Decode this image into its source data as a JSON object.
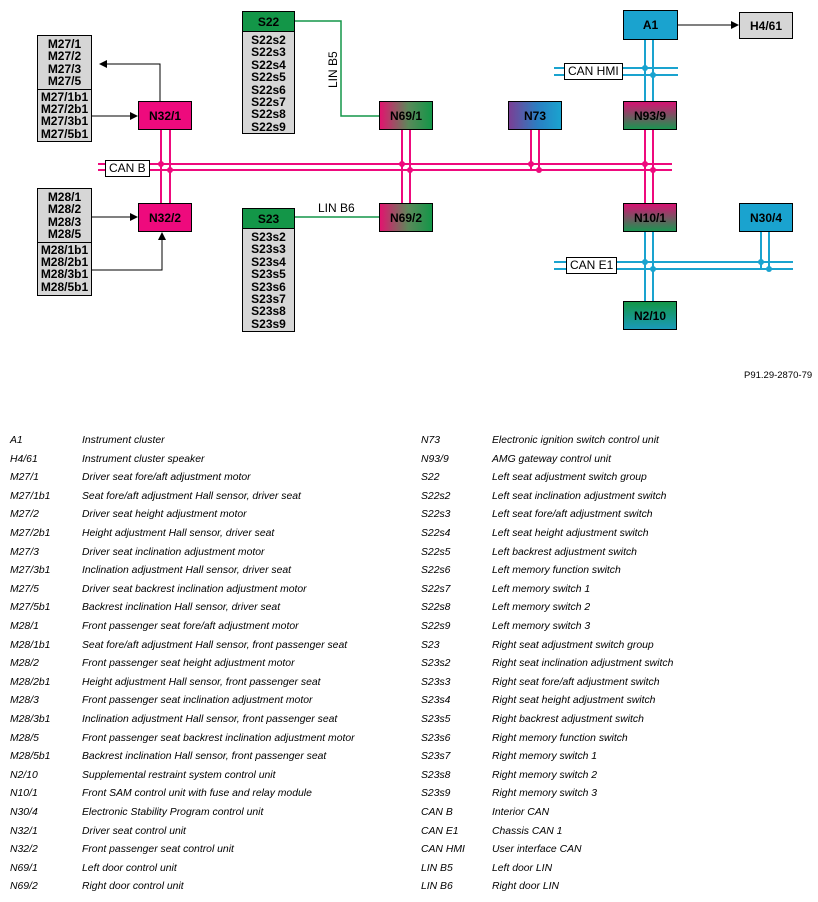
{
  "diagram": {
    "blocks": {
      "s22": "S22",
      "s23": "S23",
      "n32_1": "N32/1",
      "n32_2": "N32/2",
      "n69_1": "N69/1",
      "n69_2": "N69/2",
      "n73": "N73",
      "a1": "A1",
      "h4_61": "H4/61",
      "n93_9": "N93/9",
      "n10_1": "N10/1",
      "n30_4": "N30/4",
      "n2_10": "N2/10"
    },
    "m27_group": [
      "M27/1",
      "M27/2",
      "M27/3",
      "M27/5",
      "M27/1b1",
      "M27/2b1",
      "M27/3b1",
      "M27/5b1"
    ],
    "m28_group": [
      "M28/1",
      "M28/2",
      "M28/3",
      "M28/5",
      "M28/1b1",
      "M28/2b1",
      "M28/3b1",
      "M28/5b1"
    ],
    "s22_group": [
      "S22s2",
      "S22s3",
      "S22s4",
      "S22s5",
      "S22s6",
      "S22s7",
      "S22s8",
      "S22s9"
    ],
    "s23_group": [
      "S23s2",
      "S23s3",
      "S23s4",
      "S23s5",
      "S23s6",
      "S23s7",
      "S23s8",
      "S23s9"
    ],
    "bus_labels": {
      "can_b": "CAN B",
      "can_hmi": "CAN HMI",
      "can_e1": "CAN E1",
      "lin_b5": "LIN B5",
      "lin_b6": "LIN B6"
    },
    "figure_id": "P91.29-2870-79",
    "colors": {
      "can_b": "#ee0a7d",
      "can_hmi_e1": "#1aa3cf",
      "lin": "#139648",
      "grey_box": "#d6d6d6"
    }
  },
  "legend": {
    "left": [
      {
        "code": "A1",
        "desc": "Instrument cluster"
      },
      {
        "code": "H4/61",
        "desc": "Instrument cluster speaker"
      },
      {
        "code": "M27/1",
        "desc": "Driver seat fore/aft adjustment motor"
      },
      {
        "code": "M27/1b1",
        "desc": "Seat fore/aft adjustment Hall sensor, driver seat"
      },
      {
        "code": "M27/2",
        "desc": "Driver seat height adjustment motor"
      },
      {
        "code": "M27/2b1",
        "desc": "Height adjustment Hall sensor, driver seat"
      },
      {
        "code": "M27/3",
        "desc": "Driver seat inclination adjustment motor"
      },
      {
        "code": "M27/3b1",
        "desc": "Inclination adjustment Hall sensor, driver seat"
      },
      {
        "code": "M27/5",
        "desc": "Driver seat backrest inclination adjustment motor"
      },
      {
        "code": "M27/5b1",
        "desc": "Backrest inclination Hall sensor, driver seat"
      },
      {
        "code": "M28/1",
        "desc": "Front passenger seat fore/aft adjustment motor"
      },
      {
        "code": "M28/1b1",
        "desc": "Seat fore/aft adjustment Hall sensor, front passenger seat"
      },
      {
        "code": "M28/2",
        "desc": "Front passenger seat height adjustment motor"
      },
      {
        "code": "M28/2b1",
        "desc": "Height adjustment Hall sensor, front passenger seat"
      },
      {
        "code": "M28/3",
        "desc": "Front passenger seat inclination adjustment motor"
      },
      {
        "code": "M28/3b1",
        "desc": "Inclination adjustment Hall sensor, front passenger seat"
      },
      {
        "code": "M28/5",
        "desc": "Front passenger seat backrest inclination adjustment motor"
      },
      {
        "code": "M28/5b1",
        "desc": "Backrest inclination Hall sensor, front passenger seat"
      },
      {
        "code": "N2/10",
        "desc": "Supplemental restraint system control unit"
      },
      {
        "code": "N10/1",
        "desc": "Front SAM control unit with fuse and relay module"
      },
      {
        "code": "N30/4",
        "desc": "Electronic Stability Program control unit"
      },
      {
        "code": "N32/1",
        "desc": "Driver seat control unit"
      },
      {
        "code": "N32/2",
        "desc": "Front passenger seat control unit"
      },
      {
        "code": "N69/1",
        "desc": "Left door control unit"
      },
      {
        "code": "N69/2",
        "desc": "Right door control unit"
      }
    ],
    "right": [
      {
        "code": "N73",
        "desc": "Electronic ignition switch control unit"
      },
      {
        "code": "N93/9",
        "desc": "AMG gateway control unit"
      },
      {
        "code": "S22",
        "desc": "Left seat adjustment switch group"
      },
      {
        "code": "S22s2",
        "desc": "Left seat inclination adjustment switch"
      },
      {
        "code": "S22s3",
        "desc": "Left seat fore/aft adjustment switch"
      },
      {
        "code": "S22s4",
        "desc": "Left seat height adjustment switch"
      },
      {
        "code": "S22s5",
        "desc": "Left backrest adjustment switch"
      },
      {
        "code": "S22s6",
        "desc": "Left memory function switch"
      },
      {
        "code": "S22s7",
        "desc": "Left memory switch 1"
      },
      {
        "code": "S22s8",
        "desc": "Left memory switch 2"
      },
      {
        "code": "S22s9",
        "desc": "Left memory switch 3"
      },
      {
        "code": "S23",
        "desc": "Right seat adjustment switch group"
      },
      {
        "code": "S23s2",
        "desc": "Right seat inclination adjustment switch"
      },
      {
        "code": "S23s3",
        "desc": "Right seat fore/aft adjustment switch"
      },
      {
        "code": "S23s4",
        "desc": "Right seat height adjustment switch"
      },
      {
        "code": "S23s5",
        "desc": "Right backrest adjustment switch"
      },
      {
        "code": "S23s6",
        "desc": "Right memory function switch"
      },
      {
        "code": "S23s7",
        "desc": "Right memory switch 1"
      },
      {
        "code": "S23s8",
        "desc": "Right memory switch 2"
      },
      {
        "code": "S23s9",
        "desc": "Right memory switch 3"
      },
      {
        "code": "CAN B",
        "desc": "Interior CAN"
      },
      {
        "code": "CAN E1",
        "desc": "Chassis CAN 1"
      },
      {
        "code": "CAN HMI",
        "desc": "User interface CAN"
      },
      {
        "code": "LIN B5",
        "desc": "Left door LIN"
      },
      {
        "code": "LIN B6",
        "desc": "Right door LIN"
      }
    ]
  }
}
